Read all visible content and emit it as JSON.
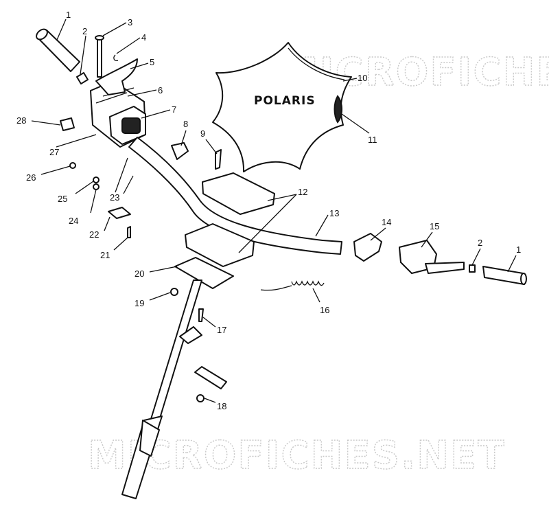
{
  "watermarks": [
    "MICROFICHES.NET",
    "MICROFICHES.NET"
  ],
  "cover_brand": "POLARIS",
  "callouts": [
    "1",
    "2",
    "3",
    "4",
    "5",
    "6",
    "7",
    "8",
    "9",
    "10",
    "11",
    "12",
    "13",
    "14",
    "15",
    "16",
    "17",
    "18",
    "19",
    "20",
    "21",
    "22",
    "23",
    "24",
    "25",
    "26",
    "27",
    "28",
    "1",
    "2"
  ],
  "colors": {
    "line": "#111111",
    "watermark": "#c8c8c8",
    "background": "#ffffff"
  }
}
